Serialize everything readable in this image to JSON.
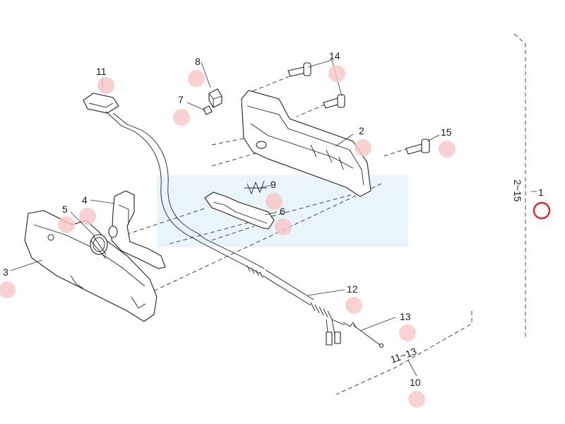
{
  "diagram": {
    "labels": {
      "p1": "1",
      "p2": "2",
      "p3": "3",
      "p4": "4",
      "p5": "5",
      "p6": "6",
      "p7": "7",
      "p8": "8",
      "p9": "9",
      "p10": "10",
      "p11": "11",
      "p12": "12",
      "p13": "13",
      "p14": "14",
      "p15": "15",
      "range_2_15": "2~15",
      "range_11_13": "11~13"
    },
    "colors": {
      "line": "#222222",
      "hotspot": "#f7c6c6",
      "selected": "#d62828",
      "watermark": "#d8ecf7"
    },
    "selected_part": "1"
  }
}
